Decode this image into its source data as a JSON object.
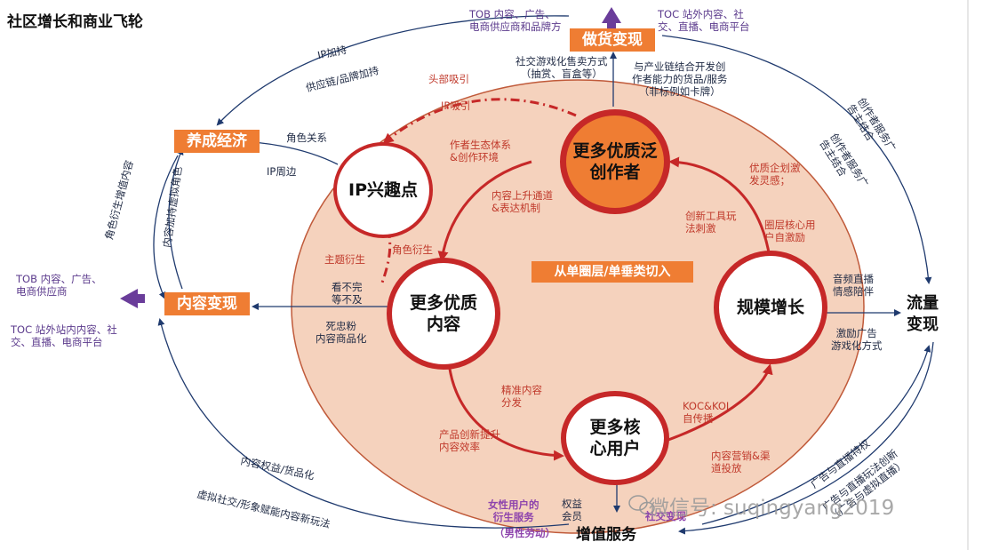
{
  "title": "社区增长和商业飞轮",
  "center_band": "从单圈层/单垂类切入",
  "nodes": {
    "creators": "更多优质泛\n创作者",
    "ip": "IP兴趣点",
    "content": "更多优质\n内容",
    "scale": "规模增长",
    "users": "更多核\n心用户"
  },
  "monetization": {
    "goods": "做货变现",
    "fostering": "养成经济",
    "content": "内容变现",
    "traffic": "流量\n变现",
    "value_added": "增值服务"
  },
  "labels": {
    "tob_goods": "TOB 内容、广告、\n电商供应商和品牌方",
    "toc_goods": "TOC 站外内容、社\n交、直播、电商平台",
    "tob_content": "TOB 内容、广告、\n电商供应商",
    "toc_content": "TOC 站外站内内容、社\n交、直播、电商平台",
    "social_game": "社交游戏化售卖方式\n（抽赏、盲盒等）",
    "industry_chain": "与产业链结合开发创\n作者能力的货品/服务\n（非标例如卡牌）",
    "ip_support": "IP加持",
    "supply_brand": "供应链/品牌加持",
    "head_attract": "头部吸引",
    "ip_attract": "IP吸引",
    "creator_eco": "作者生态体系\n&创作环境",
    "role_relation": "角色关系",
    "ip_merch": "IP周边",
    "role_derive_left": "角色衍生增值内容",
    "virtual_role": "内容加持虚拟角色",
    "topic_derive": "主题衍生",
    "role_derive": "角色衍生",
    "not_enough": "看不完\n等不及",
    "fan_merch": "死忠粉\n内容商品化",
    "promo_channel": "内容上升通道\n&表达机制",
    "quality_plan": "优质企划激\n发灵感；",
    "innovative_tools": "创新工具玩\n法刺激",
    "core_incentive": "圈层核心用\n户自激励",
    "audio_live": "音频直播\n情感陪伴",
    "incentive_ads": "激励广告\n游戏化方式",
    "creator_ads_1": "创作者服务广\n告主结合",
    "creator_ads_2": "创作者服务广\n告主结合",
    "precise_dist": "精准内容\n分发",
    "product_innov": "产品创新提升\n内容效率",
    "koc_kol": "KOC&KOL\n自传播",
    "content_marketing": "内容营销&渠\n道投放",
    "rights_goods": "内容权益/货品化",
    "virtual_social": "虚拟社交/形象赋能内容新玩法",
    "female_users": "女性用户的\n衍生服务",
    "male_labor": "（男性劳动）",
    "rights_member": "权益\n会员",
    "social_monet": "社交变现",
    "ads_live_1": "广告与直播特权",
    "ads_live_2": "广告与直播玩法创新\n（广告与虚拟直播）"
  },
  "watermark": "微信号: suqingyang2019"
}
